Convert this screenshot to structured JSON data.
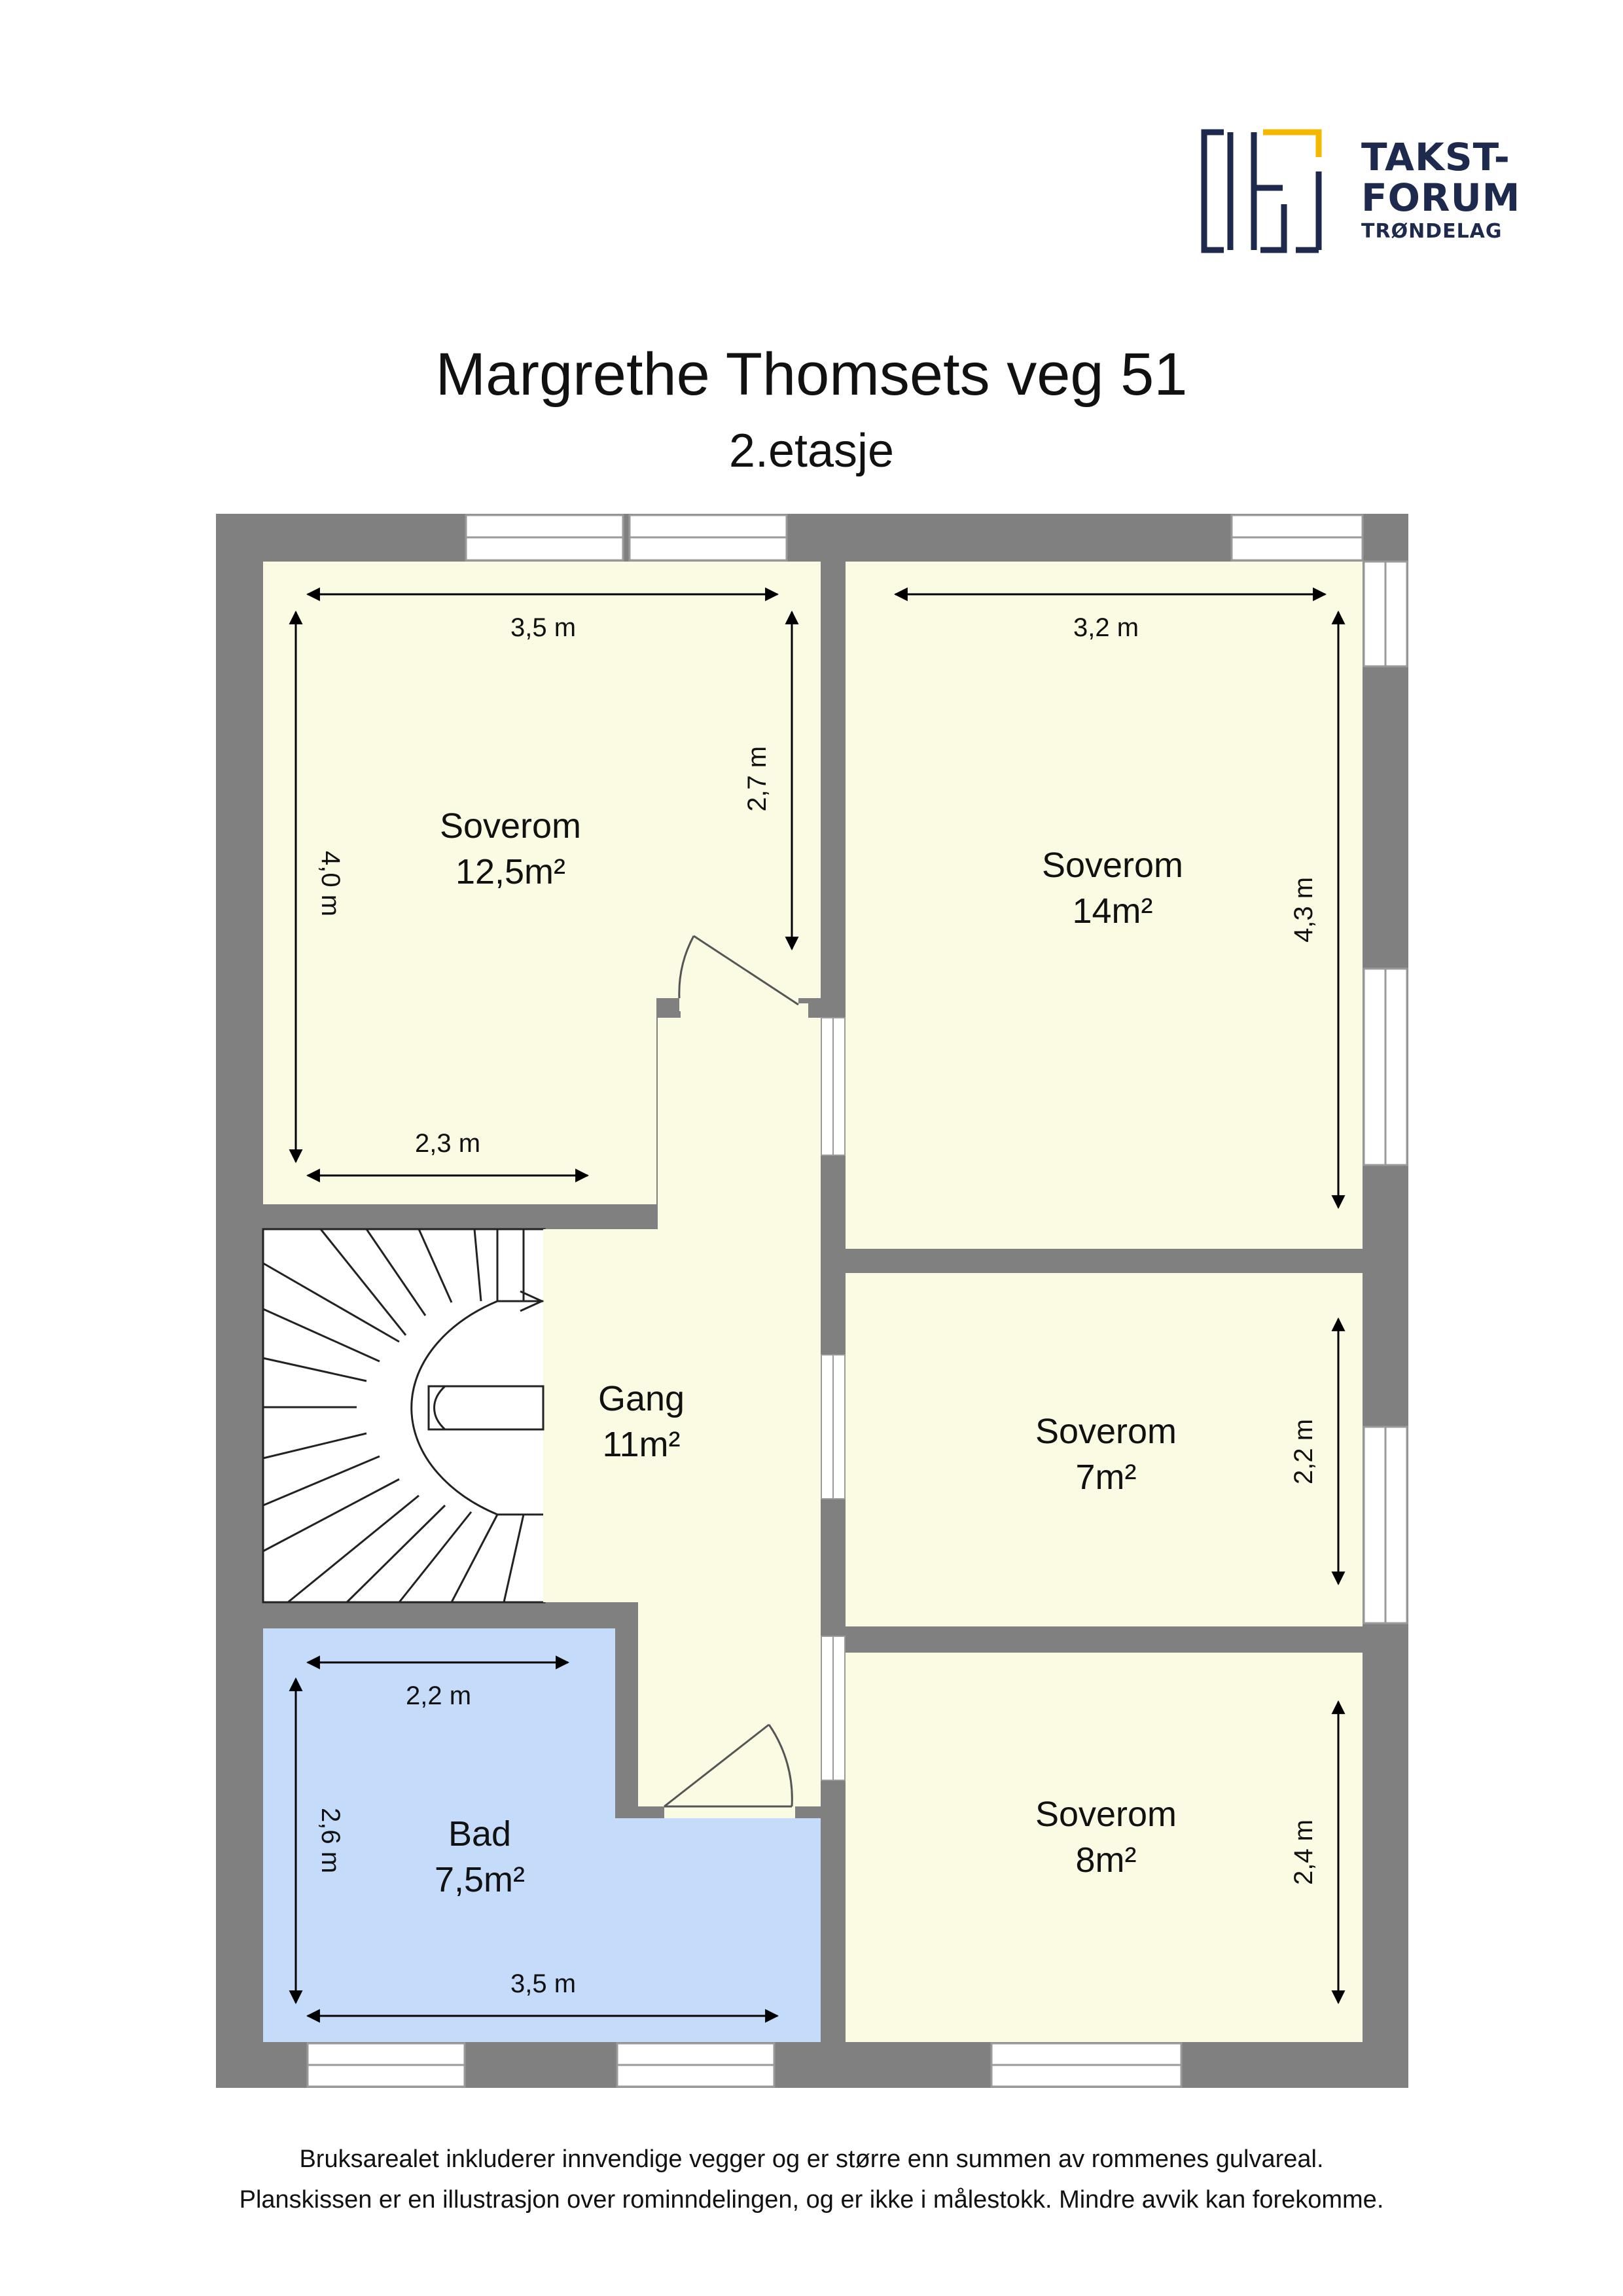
{
  "logo": {
    "line1": "TAKST-",
    "line2": "FORUM",
    "line3": "TRØNDELAG",
    "navy": "#1d2a4e",
    "accent": "#f5b800"
  },
  "title": "Margrethe Thomsets veg 51",
  "subtitle": "2.etasje",
  "colors": {
    "wall": "#808080",
    "room": "#fbfae3",
    "bathroom": "#c4dcfa"
  },
  "rooms": {
    "soverom_nw": {
      "name": "Soverom",
      "area": "12,5m²"
    },
    "soverom_ne": {
      "name": "Soverom",
      "area": "14m²"
    },
    "gang": {
      "name": "Gang",
      "area": "11m²"
    },
    "soverom_mid": {
      "name": "Soverom",
      "area": "7m²"
    },
    "bad": {
      "name": "Bad",
      "area": "7,5m²"
    },
    "soverom_se": {
      "name": "Soverom",
      "area": "8m²"
    }
  },
  "dimensions": {
    "nw_width": "3,5 m",
    "nw_right": "2,7 m",
    "nw_left": "4,0 m",
    "nw_bottom": "2,3 m",
    "ne_width": "3,2 m",
    "ne_height": "4,3 m",
    "mid_height": "2,2 m",
    "bad_top": "2,2 m",
    "bad_left": "2,6 m",
    "bad_bottom": "3,5 m",
    "se_height": "2,4 m"
  },
  "footer": {
    "line1": "Bruksarealet inkluderer innvendige vegger og er større enn summen av rommenes gulvareal.",
    "line2": "Planskissen er en illustrasjon over rominndelingen, og er ikke i målestokk. Mindre avvik kan forekomme."
  }
}
